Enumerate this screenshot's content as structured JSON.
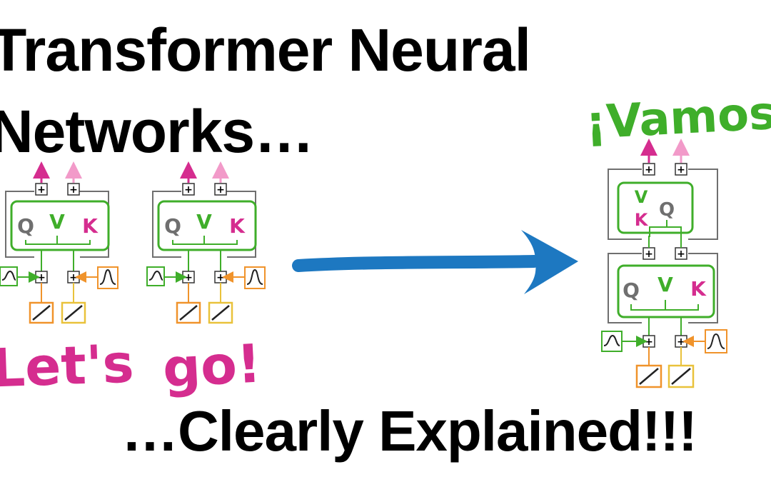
{
  "title": {
    "line1": "Transformer Neural",
    "line2": "Networks…"
  },
  "subtitle": "…Clearly Explained!!!",
  "handwritten": {
    "lets_go_1": "Let's",
    "lets_go_2": "go!",
    "vamos": "¡Vamos!"
  },
  "block_labels": {
    "q": "Q",
    "v": "V",
    "k": "K",
    "plus": "+"
  },
  "colors": {
    "text": "#000000",
    "green": "#3fae2a",
    "pink": "#d52d8f",
    "orange": "#f0932b",
    "blue": "#1d78c1",
    "gray": "#6f6f6f"
  },
  "icons": {
    "arrow": "right-arrow-icon",
    "sigmoid": "sigmoid-icon",
    "bell": "bell-curve-icon",
    "linear": "linear-icon",
    "plus": "plus-box-icon"
  }
}
